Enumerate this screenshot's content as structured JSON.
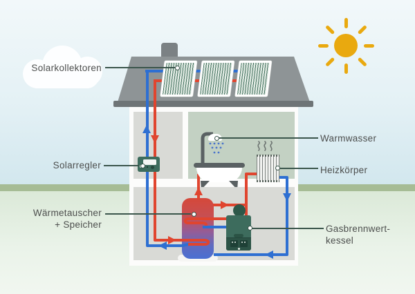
{
  "labels": {
    "solar_collectors": "Solarkollektoren",
    "solar_controller": "Solarregler",
    "heat_exchanger": "Wärmetauscher\n+ Speicher",
    "hot_water": "Warmwasser",
    "radiator": "Heizkörper",
    "gas_boiler": "Gasbrennwert-\nkessel"
  },
  "colors": {
    "hot_pipe": "#e0452f",
    "cold_pipe": "#2e6fd2",
    "sun": "#e9a90f",
    "leader": "#3a554b",
    "boiler_green": "#3d6c5d",
    "roof_gray": "#8e9496",
    "bath_green": "#c3d1c3",
    "room_gray": "#d9dad6",
    "label_text": "#4c4e4d"
  },
  "icons": {
    "sun": "sun-icon",
    "cloud": "cloud-icon",
    "solar_panel": "solar-panel-icon",
    "controller": "solar-controller-icon",
    "shower": "shower-icon",
    "bathtub": "bathtub-icon",
    "heat_waves": "heat-waves-icon",
    "radiator": "radiator-icon",
    "storage_tank": "storage-tank-icon",
    "gas_boiler": "gas-boiler-icon"
  }
}
